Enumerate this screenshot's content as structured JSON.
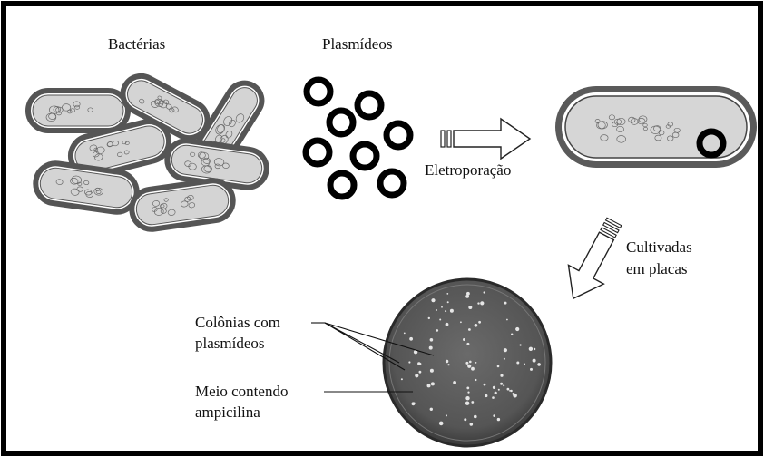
{
  "labels": {
    "bacteria": "Bactérias",
    "plasmids": "Plasmídeos",
    "electroporation": "Eletroporação",
    "cultivated_line1": "Cultivadas",
    "cultivated_line2": "em placas",
    "colonies_line1": "Colônias com",
    "colonies_line2": "plasmídeos",
    "medium_line1": "Meio contendo",
    "medium_line2": "ampicilina"
  },
  "colors": {
    "frame": "#000000",
    "cell_wall": "#555555",
    "cell_fill": "#d4d4d4",
    "plasmid": "#000000",
    "dish_fill": "#5e5e5e",
    "colony": "#e6e6e6"
  }
}
